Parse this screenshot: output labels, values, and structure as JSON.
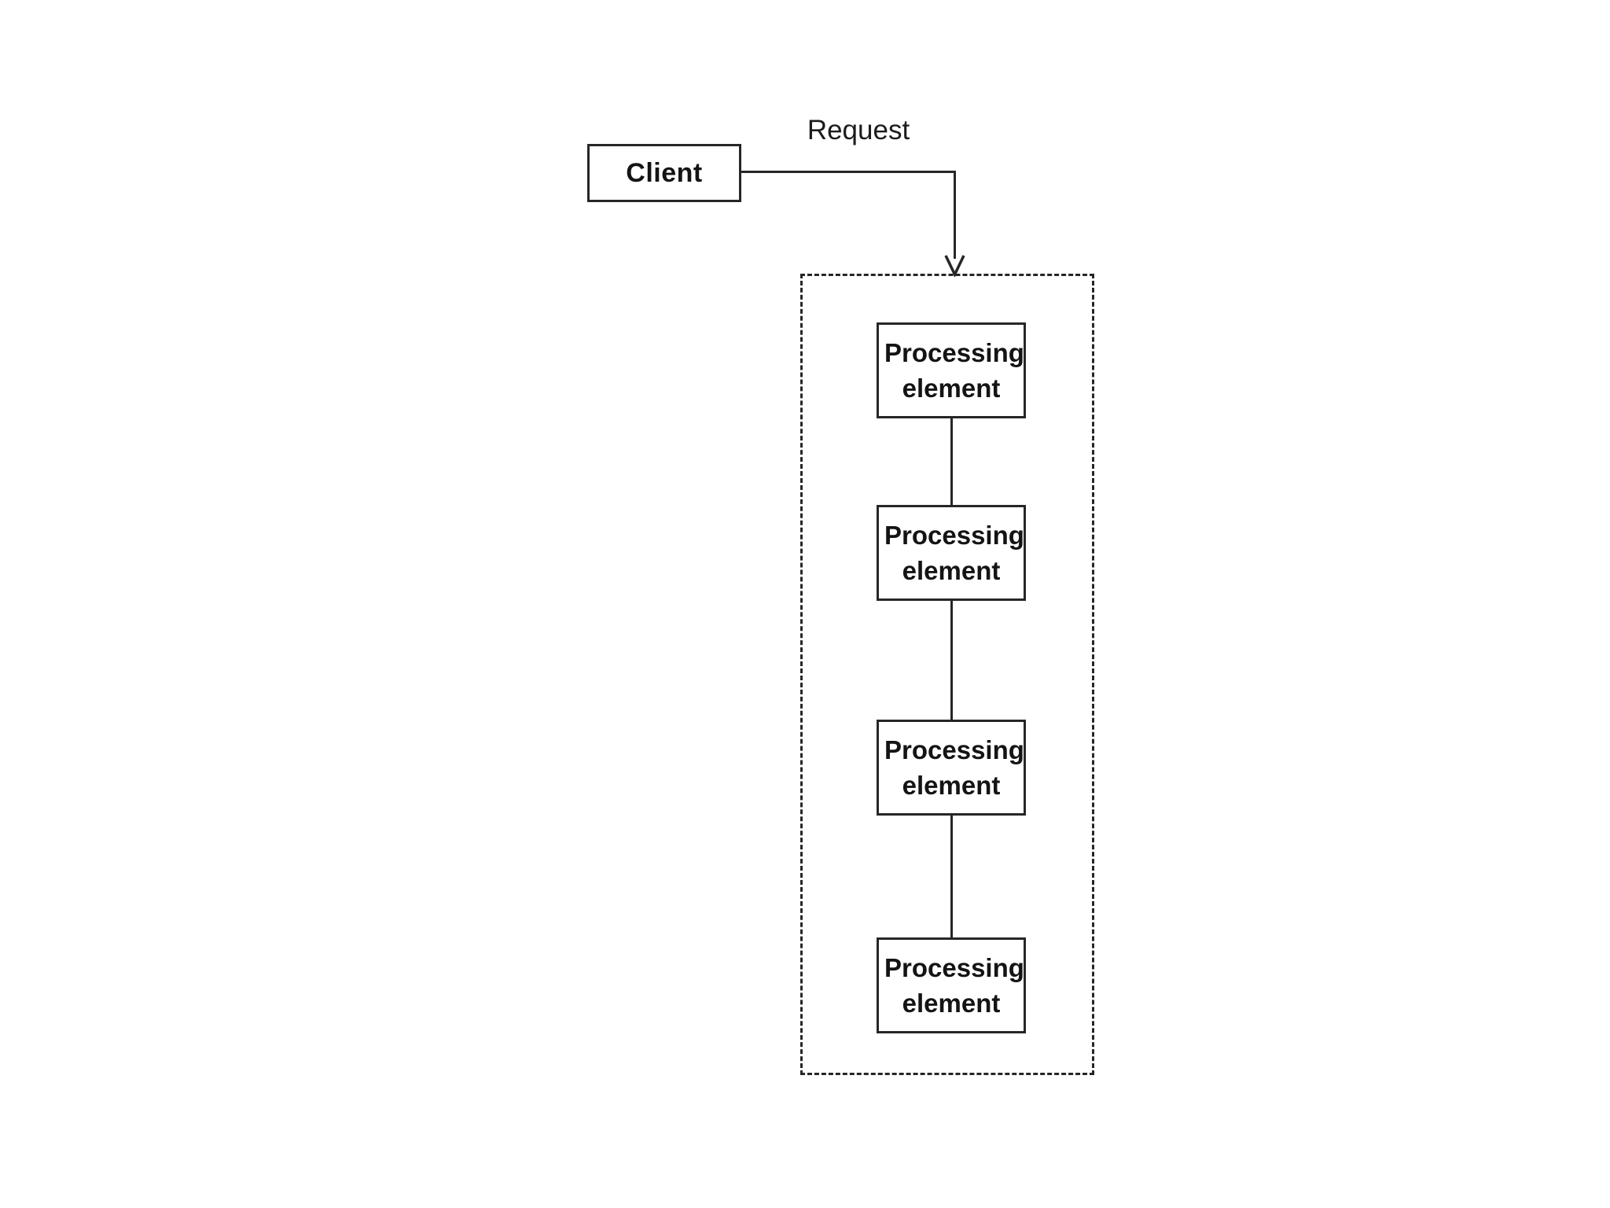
{
  "diagram": {
    "client": {
      "label": "Client"
    },
    "request": {
      "label": "Request"
    },
    "pipeline": {
      "elements": [
        {
          "label": "Processing element"
        },
        {
          "label": "Processing element"
        },
        {
          "label": "Processing element"
        },
        {
          "label": "Processing element"
        }
      ]
    },
    "colors": {
      "line": "#262626",
      "text": "#141414",
      "background": "#ffffff"
    }
  }
}
